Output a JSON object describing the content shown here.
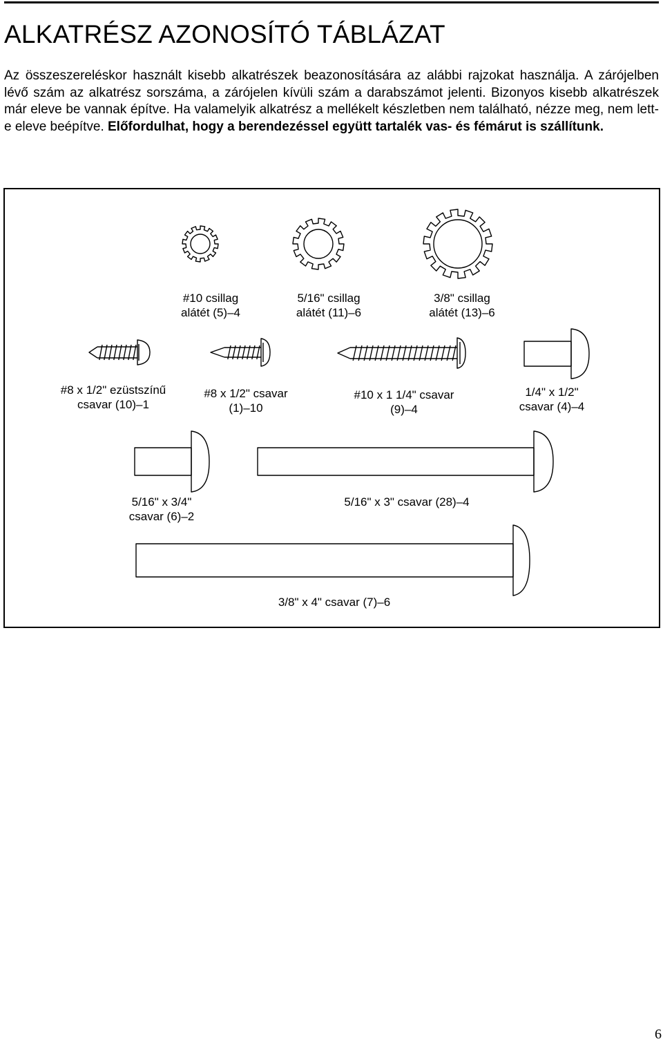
{
  "header": {
    "title": "ALKATRÉSZ AZONOSÍTÓ TÁBLÁZAT"
  },
  "intro": {
    "text": "Az összeszereléskor használt kisebb alkatrészek beazonosítására az alábbi rajzokat használja. A zárójelben lévő szám az alkatrész sorszáma, a zárójelen kívüli szám a darabszámot jelenti. Bizonyos kisebb alkatrészek már eleve be vannak építve. Ha valamelyik alkatrész a mellékelt készletben nem található, nézze meg, nem lett-e eleve beépítve.",
    "bold_text": "Előfordulhat, hogy a berendezéssel együtt tartalék vas- és fémárut is szállítunk."
  },
  "parts": [
    {
      "line1": "#10 csillag",
      "line2": "alátét (5)–4",
      "icon": "star-washer-icon"
    },
    {
      "line1": "5/16\" csillag",
      "line2": "alátét (11)–6",
      "icon": "star-washer-icon"
    },
    {
      "line1": "3/8\" csillag",
      "line2": "alátét (13)–6",
      "icon": "star-washer-icon"
    },
    {
      "line1": "#8 x 1/2\" ezüstszínű",
      "line2": "csavar (10)–1",
      "icon": "screw-icon"
    },
    {
      "line1": "#8 x 1/2\" csavar",
      "line2": "(1)–10",
      "icon": "screw-icon"
    },
    {
      "line1": "#10 x 1 1/4\" csavar",
      "line2": "(9)–4",
      "icon": "screw-icon"
    },
    {
      "line1": "1/4\" x 1/2\"",
      "line2": "csavar (4)–4",
      "icon": "bolt-icon"
    },
    {
      "line1": "5/16\" x 3/4\"",
      "line2": "csavar (6)–2",
      "icon": "bolt-icon"
    },
    {
      "line1": "5/16\" x 3\" csavar (28)–4",
      "line2": "",
      "icon": "bolt-icon"
    },
    {
      "line1": "3/8\" x 4\" csavar (7)–6",
      "line2": "",
      "icon": "bolt-icon"
    }
  ],
  "footer": {
    "page_number": "6"
  }
}
